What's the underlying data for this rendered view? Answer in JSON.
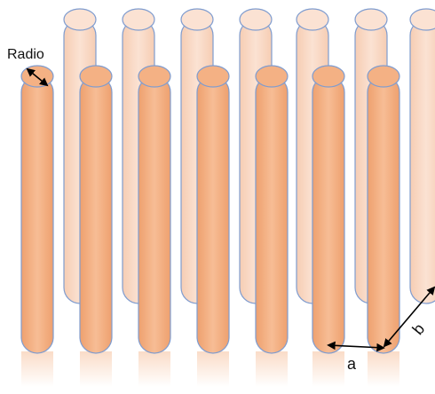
{
  "labels": {
    "radius": "Radio",
    "a": "a",
    "b": "b"
  },
  "colors": {
    "back_rod": "#f9d9c6",
    "front_rod": "#f4b184",
    "outline": "#7f9ccf",
    "arrow": "#000000"
  }
}
